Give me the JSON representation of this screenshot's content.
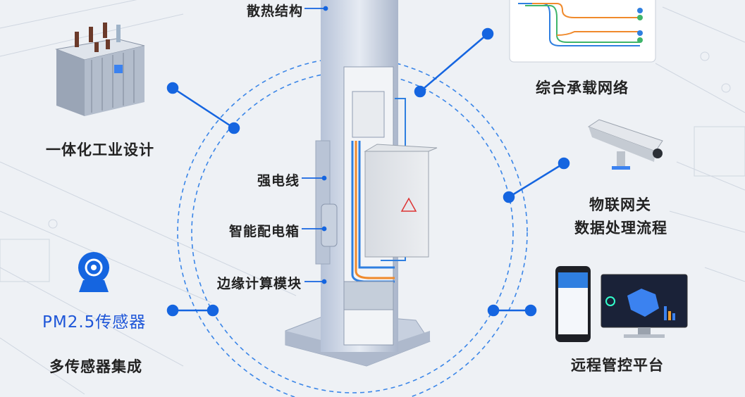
{
  "pole_callouts": {
    "heat_dissipation": "散热结构",
    "power_cable": "强电线",
    "smart_distribution_box": "智能配电箱",
    "edge_computing_module": "边缘计算模块"
  },
  "features": {
    "industrial_design": "一体化工业设计",
    "pm25_sensor": "PM2.5传感器",
    "multi_sensor": "多传感器集成",
    "carrier_network": "综合承载网络",
    "iot_gateway": "物联网关",
    "data_processing": "数据处理流程",
    "remote_platform": "远程管控平台"
  },
  "colors": {
    "accent": "#1565e0",
    "pole": "#c9d3e3",
    "background": "#eef1f5",
    "cable_orange": "#f08a2c",
    "cable_blue": "#2f7fe0",
    "cable_green": "#3fb56a"
  }
}
